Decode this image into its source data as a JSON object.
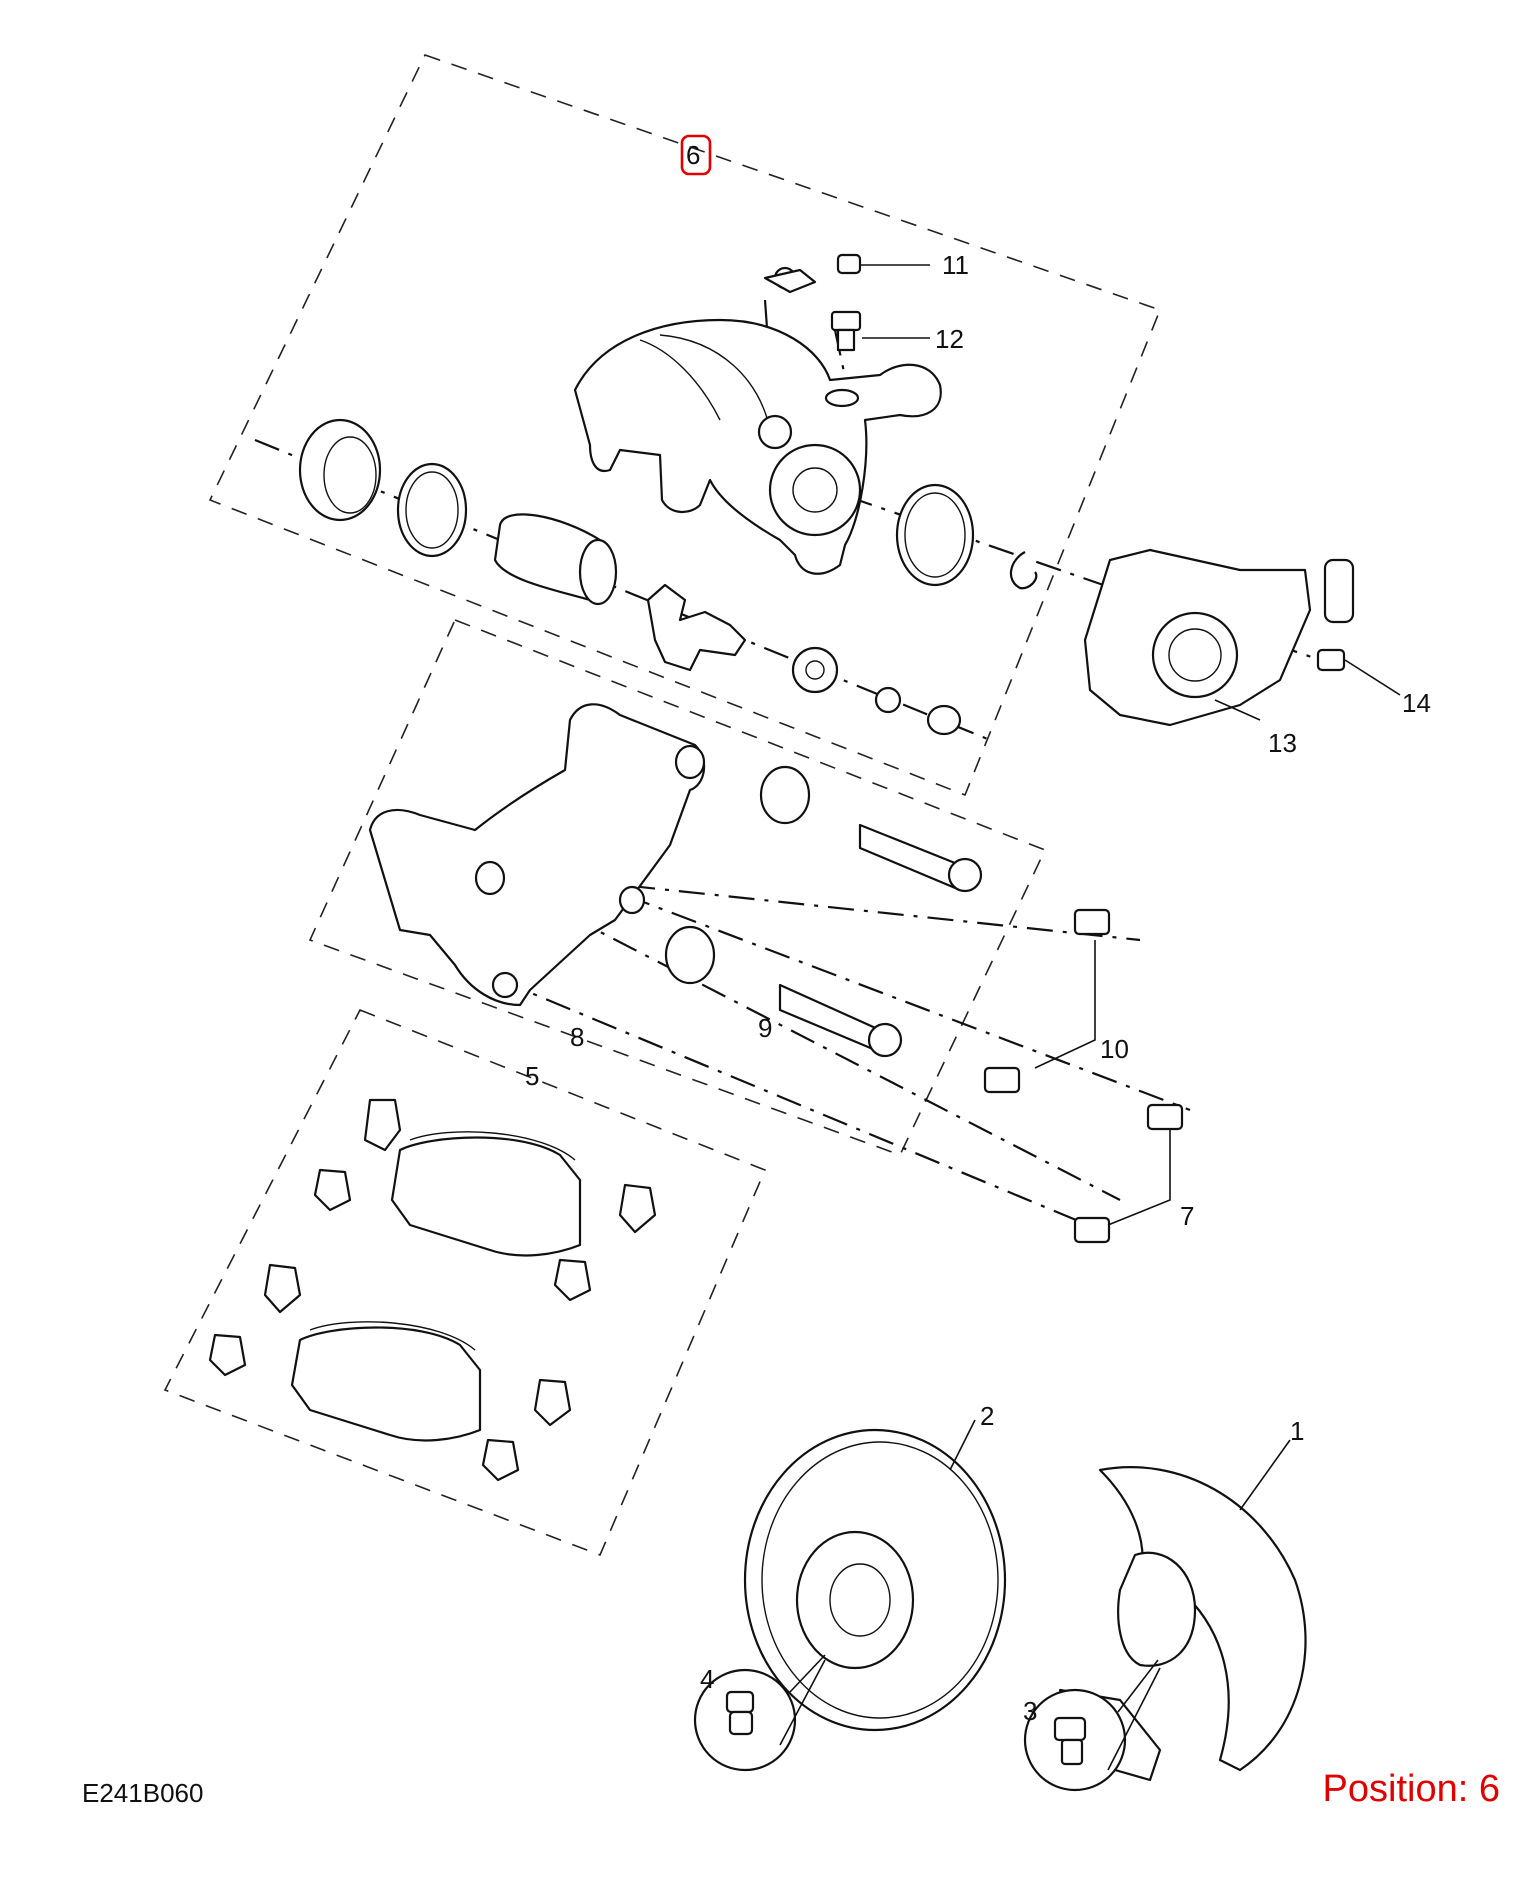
{
  "diagram": {
    "code": "E241B060",
    "position_label": "Position: 6",
    "highlight_color": "#e00000",
    "line_color": "#111111",
    "callouts": [
      {
        "id": "c1",
        "label": "1"
      },
      {
        "id": "c2",
        "label": "2"
      },
      {
        "id": "c3",
        "label": "3"
      },
      {
        "id": "c4",
        "label": "4"
      },
      {
        "id": "c5",
        "label": "5"
      },
      {
        "id": "c6",
        "label": "6",
        "highlighted": true
      },
      {
        "id": "c7",
        "label": "7"
      },
      {
        "id": "c8",
        "label": "8"
      },
      {
        "id": "c9",
        "label": "9"
      },
      {
        "id": "c10",
        "label": "10"
      },
      {
        "id": "c11",
        "label": "11"
      },
      {
        "id": "c12",
        "label": "12"
      },
      {
        "id": "c13",
        "label": "13"
      },
      {
        "id": "c14",
        "label": "14"
      }
    ]
  }
}
